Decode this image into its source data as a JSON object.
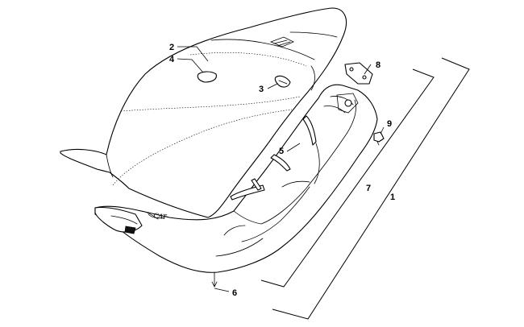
{
  "diagram": {
    "callouts": [
      {
        "id": "1",
        "label": "1"
      },
      {
        "id": "2",
        "label": "2"
      },
      {
        "id": "3",
        "label": "3"
      },
      {
        "id": "4",
        "label": "4"
      },
      {
        "id": "5",
        "label": "5"
      },
      {
        "id": "6",
        "label": "6"
      },
      {
        "id": "7",
        "label": "7"
      },
      {
        "id": "8",
        "label": "8"
      },
      {
        "id": "9",
        "label": "9"
      }
    ],
    "embossed_mark": "CAT"
  }
}
